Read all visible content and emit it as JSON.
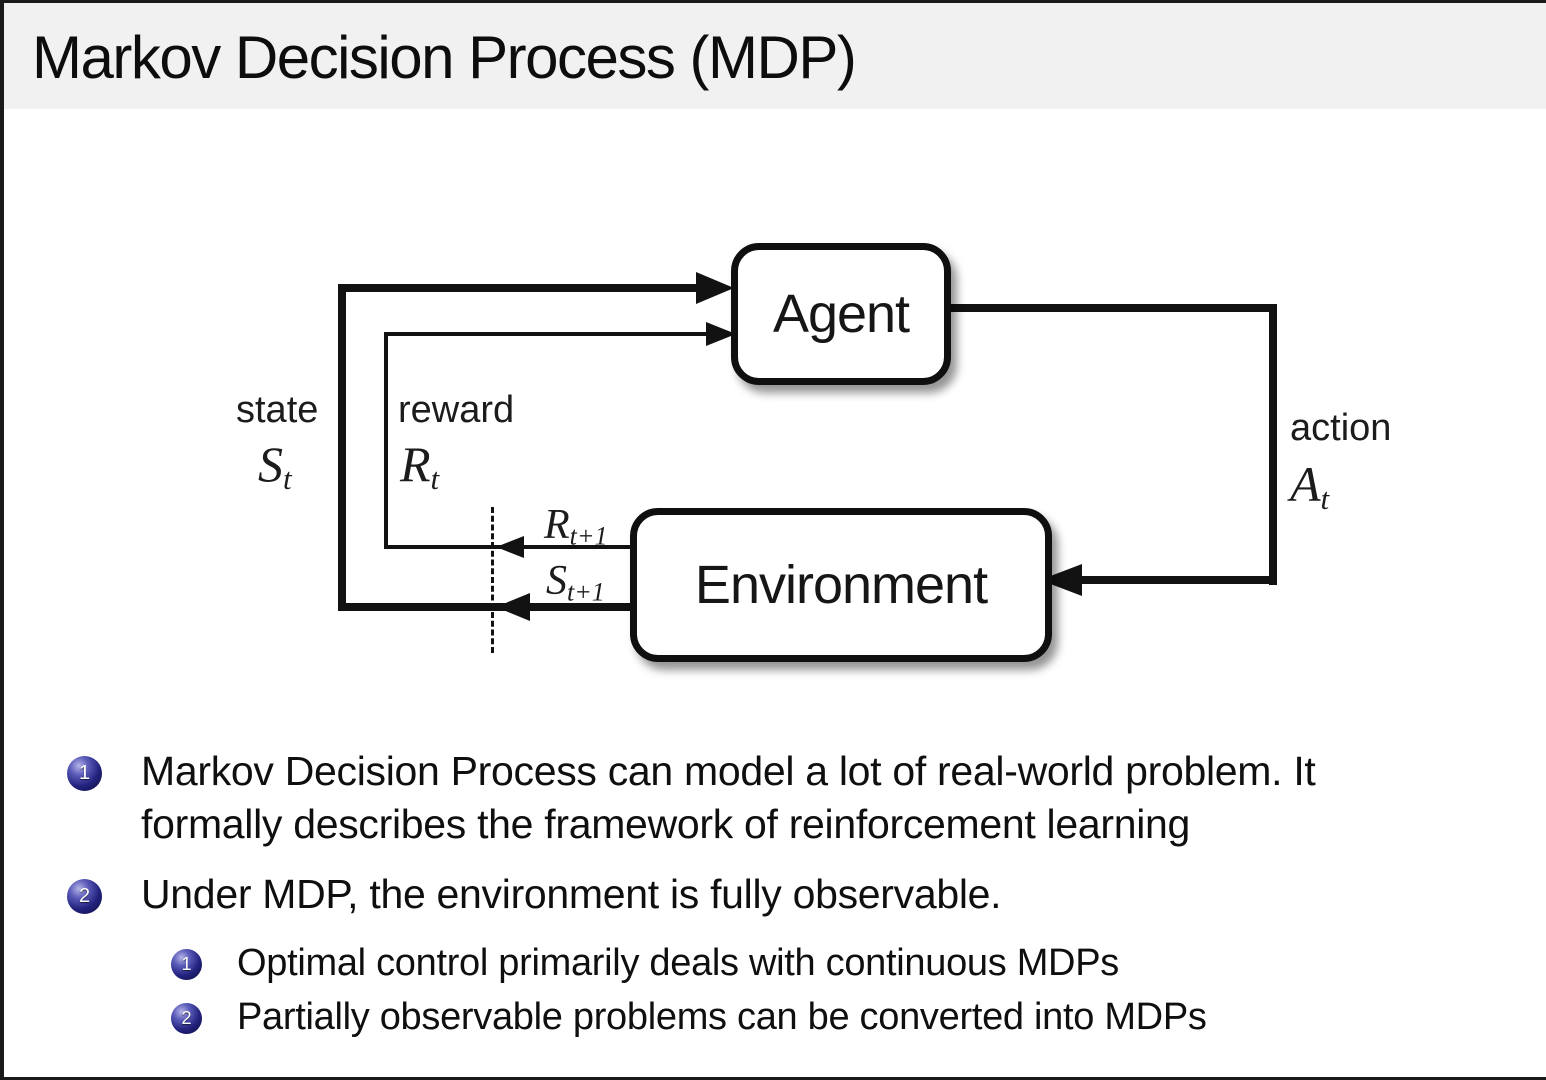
{
  "slide": {
    "title": "Markov Decision Process (MDP)"
  },
  "diagram": {
    "agent_label": "Agent",
    "environment_label": "Environment",
    "labels": {
      "state": "state",
      "reward": "reward",
      "action": "action"
    },
    "symbols": {
      "state": {
        "base": "S",
        "sub": "t"
      },
      "reward": {
        "base": "R",
        "sub": "t"
      },
      "action": {
        "base": "A",
        "sub": "t"
      },
      "reward_next": {
        "base": "R",
        "sub": "t+1"
      },
      "state_next": {
        "base": "S",
        "sub": "t+1"
      }
    }
  },
  "bullets": [
    {
      "number": "1",
      "text": "Markov Decision Process can model a lot of real-world problem. It\nformally describes the framework of reinforcement learning"
    },
    {
      "number": "2",
      "text": "Under MDP, the environment is fully observable.",
      "sub_items": [
        {
          "number": "1",
          "text": "Optimal control primarily deals with continuous MDPs"
        },
        {
          "number": "2",
          "text": "Partially observable problems can be converted into MDPs"
        }
      ]
    }
  ],
  "colors": {
    "background": "#ffffff",
    "title_bar_bg": "#f1f1f1",
    "ink": "#121212",
    "ball_highlight": "#b4b4e8",
    "ball_mid": "#2e2e94",
    "ball_dark": "#0a0a38"
  }
}
